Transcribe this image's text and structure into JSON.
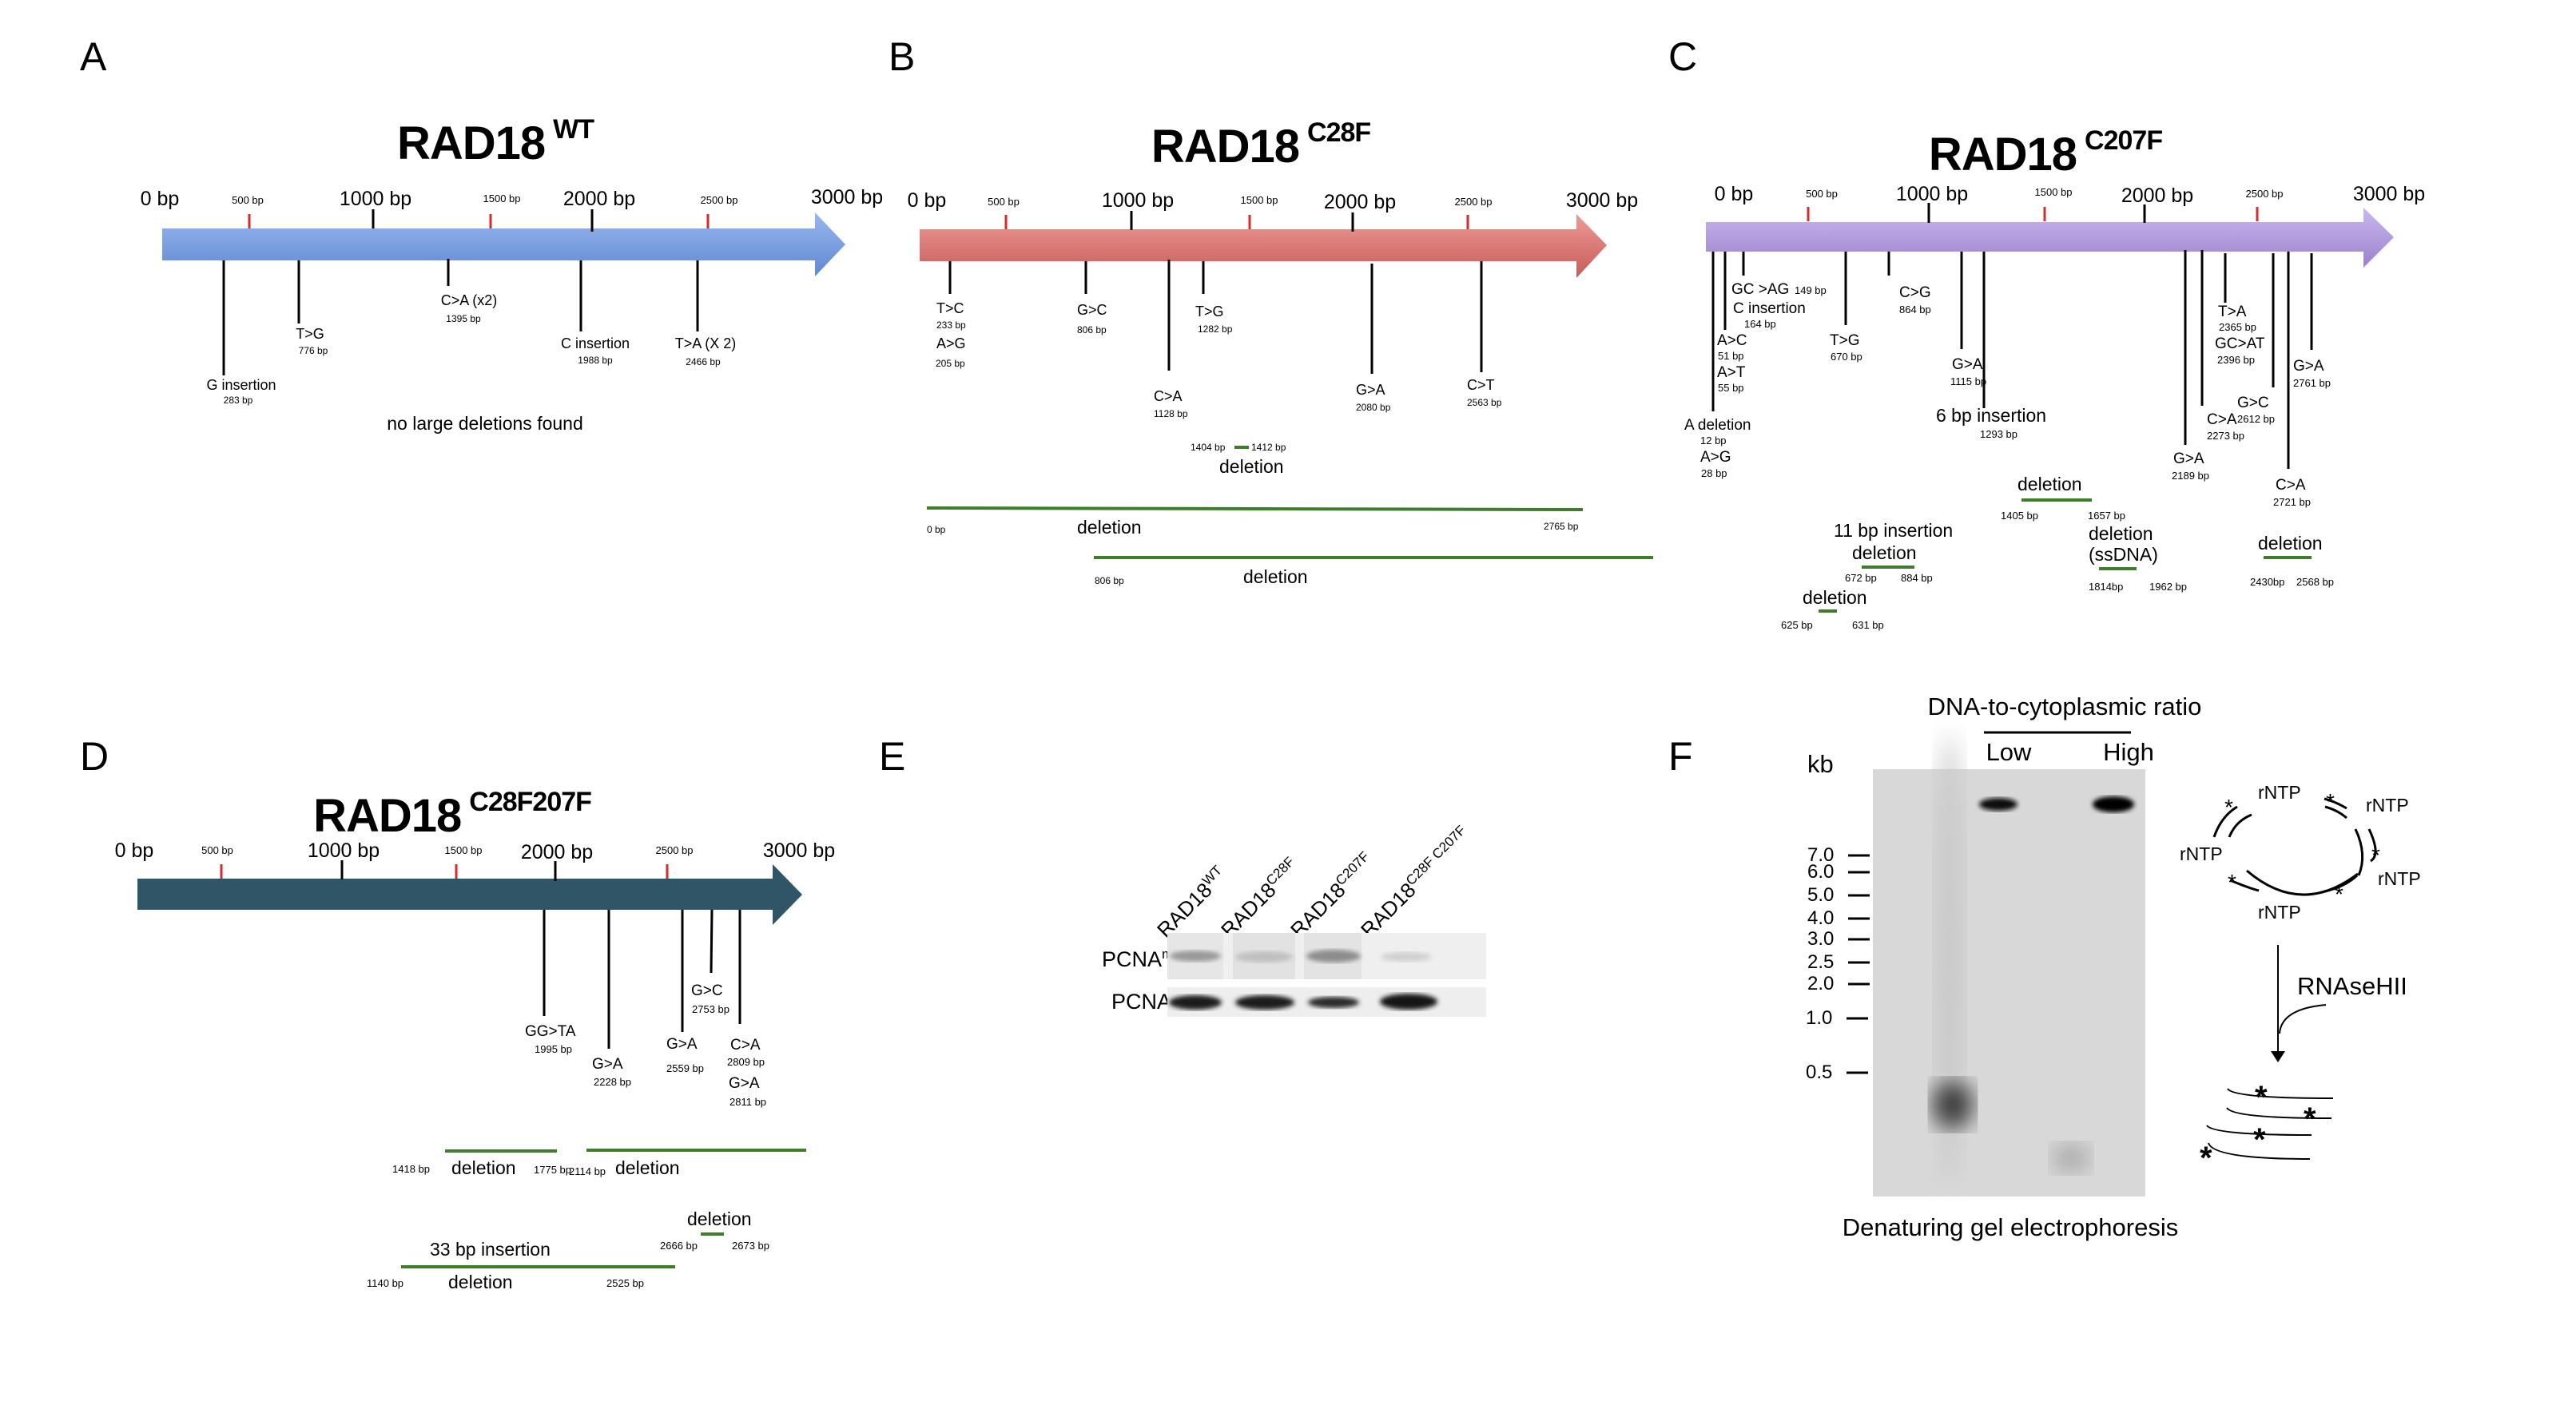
{
  "panels": {
    "A": {
      "label": "A",
      "title": "RAD18",
      "sup": "WT",
      "color": "#6f96dc",
      "axis": [
        "0 bp",
        "500 bp",
        "1000 bp",
        "1500 bp",
        "2000 bp",
        "2500 bp",
        "3000 bp"
      ],
      "mutations": [
        {
          "name": "G insertion",
          "pos": "283 bp"
        },
        {
          "name": "T>G",
          "pos": "776 bp"
        },
        {
          "name": "C>A (x2)",
          "pos": "1395 bp"
        },
        {
          "name": "C insertion",
          "pos": "1988 bp"
        },
        {
          "name": "T>A (X 2)",
          "pos": "2466 bp"
        }
      ],
      "note": "no large deletions found"
    },
    "B": {
      "label": "B",
      "title": "RAD18",
      "sup": "C28F",
      "color": "#d9706d",
      "axis": [
        "0 bp",
        "500 bp",
        "1000 bp",
        "1500 bp",
        "2000 bp",
        "2500 bp",
        "3000 bp"
      ],
      "mutations": [
        {
          "name": "T>C",
          "pos": "233 bp"
        },
        {
          "name": "A>G",
          "pos": "205 bp"
        },
        {
          "name": "G>C",
          "pos": "806 bp"
        },
        {
          "name": "C>A",
          "pos": "1128 bp"
        },
        {
          "name": "T>G",
          "pos": "1282 bp"
        },
        {
          "name": "G>A",
          "pos": "2080 bp"
        },
        {
          "name": "C>T",
          "pos": "2563 bp"
        }
      ],
      "deletions": [
        {
          "label": "deletion",
          "start": "1404 bp",
          "end": "1412 bp"
        },
        {
          "label": "deletion",
          "start": "0 bp",
          "end": "2765 bp"
        },
        {
          "label": "deletion",
          "start": "806 bp"
        }
      ]
    },
    "C": {
      "label": "C",
      "title": "RAD18",
      "sup": "C207F",
      "color": "#ad95d8",
      "axis": [
        "0 bp",
        "500 bp",
        "1000 bp",
        "1500 bp",
        "2000 bp",
        "2500 bp",
        "3000 bp"
      ],
      "mutations": [
        {
          "name": "GC >AG",
          "pos": "149 bp"
        },
        {
          "name": "C insertion",
          "pos": "164 bp"
        },
        {
          "name": "A>C",
          "pos": "51 bp"
        },
        {
          "name": "A>T",
          "pos": "55 bp"
        },
        {
          "name": "A deletion",
          "pos": "12 bp"
        },
        {
          "name": "A>G",
          "pos": "28 bp"
        },
        {
          "name": "T>G",
          "pos": "670 bp"
        },
        {
          "name": "C>G",
          "pos": "864 bp"
        },
        {
          "name": "G>A",
          "pos": "1115 bp"
        },
        {
          "name": "6 bp insertion",
          "pos": "1293 bp"
        },
        {
          "name": "G>A",
          "pos": "2189 bp"
        },
        {
          "name": "C>A",
          "pos": "2273 bp"
        },
        {
          "name": "T>A",
          "pos": "2365 bp"
        },
        {
          "name": "GC>AT",
          "pos": "2396 bp"
        },
        {
          "name": "G>C",
          "pos": "2612 bp"
        },
        {
          "name": "C>A",
          "pos": "2721 bp"
        },
        {
          "name": "G>A",
          "pos": "2761 bp"
        }
      ],
      "deletions": [
        {
          "label": "deletion",
          "start": "1405 bp",
          "end": "1657 bp"
        },
        {
          "label": "deletion",
          "start": "672 bp",
          "end": "884 bp"
        },
        {
          "label": "deletion",
          "start": "625 bp",
          "end": "631 bp"
        },
        {
          "label": "deletion",
          "label2": "(ssDNA)",
          "start": "1814bp",
          "end": "1962 bp"
        },
        {
          "label": "deletion",
          "start": "2430bp",
          "end": "2568 bp"
        }
      ],
      "insertion11": "11 bp insertion"
    },
    "D": {
      "label": "D",
      "title": "RAD18",
      "sup": "C28F207F",
      "color": "#2f5566",
      "axis": [
        "0 bp",
        "500 bp",
        "1000 bp",
        "1500 bp",
        "2000 bp",
        "2500 bp",
        "3000 bp"
      ],
      "mutations": [
        {
          "name": "GG>TA",
          "pos": "1995 bp"
        },
        {
          "name": "G>A",
          "pos": "2228 bp"
        },
        {
          "name": "G>A",
          "pos": "2559 bp"
        },
        {
          "name": "G>C",
          "pos": "2753 bp"
        },
        {
          "name": "C>A",
          "pos": "2809 bp"
        },
        {
          "name": "G>A",
          "pos": "2811 bp"
        }
      ],
      "deletions": [
        {
          "label": "deletion",
          "start": "1418 bp",
          "end": "1775 bp"
        },
        {
          "label": "deletion",
          "start": "2114 bp"
        },
        {
          "label": "deletion",
          "start": "2666 bp",
          "end": "2673 bp"
        },
        {
          "label": "deletion",
          "start": "1140 bp",
          "end": "2525 bp"
        }
      ],
      "insertion33": "33 bp insertion"
    },
    "E": {
      "label": "E",
      "lanes": [
        {
          "base": "RAD18",
          "sup": "WT"
        },
        {
          "base": "RAD18",
          "sup": "C28F"
        },
        {
          "base": "RAD18",
          "sup": "C207F"
        },
        {
          "base": "RAD18",
          "sup": "C28F C207F"
        }
      ],
      "rows": [
        {
          "base": "PCNA",
          "sup": "mUb"
        },
        {
          "base": "PCNA",
          "sup": ""
        }
      ]
    },
    "F": {
      "label": "F",
      "header": "DNA-to-cytoplasmic ratio",
      "lanes": [
        "Low",
        "High"
      ],
      "unit": "kb",
      "markers": [
        "7.0",
        "6.0",
        "5.0",
        "4.0",
        "3.0",
        "2.5",
        "2.0",
        "1.0",
        "0.5"
      ],
      "caption": "Denaturing gel electrophoresis",
      "schematic": {
        "rntp": [
          "rNTP",
          "rNTP",
          "rNTP",
          "rNTP",
          "rNTP"
        ],
        "enzyme": "RNAseHII"
      }
    }
  },
  "colors": {
    "deletion": "#3d7d2c",
    "tick500": "#d62b2b"
  }
}
